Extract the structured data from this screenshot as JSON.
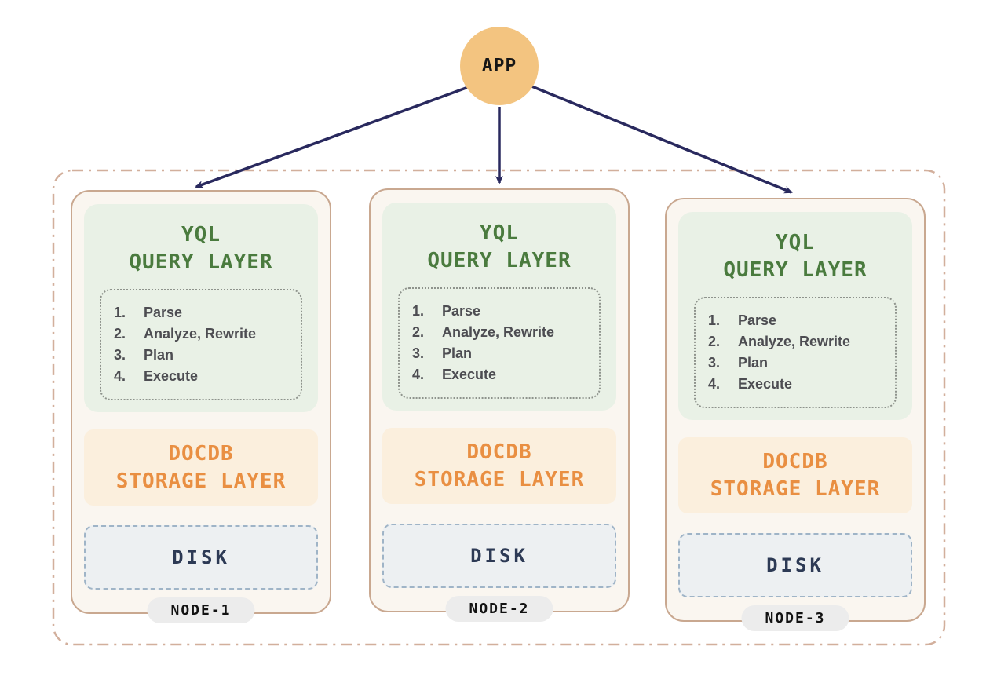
{
  "app": {
    "label": "APP"
  },
  "nodes": [
    {
      "node_label": "NODE-1",
      "query_layer": {
        "title_line1": "YQL",
        "title_line2": "QUERY LAYER",
        "steps": [
          {
            "num": "1.",
            "label": "Parse"
          },
          {
            "num": "2.",
            "label": "Analyze, Rewrite"
          },
          {
            "num": "3.",
            "label": "Plan"
          },
          {
            "num": "4.",
            "label": "Execute"
          }
        ]
      },
      "storage_layer": {
        "title_line1": "DOCDB",
        "title_line2": "STORAGE LAYER"
      },
      "disk": {
        "label": "DISK"
      }
    },
    {
      "node_label": "NODE-2",
      "query_layer": {
        "title_line1": "YQL",
        "title_line2": "QUERY LAYER",
        "steps": [
          {
            "num": "1.",
            "label": "Parse"
          },
          {
            "num": "2.",
            "label": "Analyze, Rewrite"
          },
          {
            "num": "3.",
            "label": "Plan"
          },
          {
            "num": "4.",
            "label": "Execute"
          }
        ]
      },
      "storage_layer": {
        "title_line1": "DOCDB",
        "title_line2": "STORAGE LAYER"
      },
      "disk": {
        "label": "DISK"
      }
    },
    {
      "node_label": "NODE-3",
      "query_layer": {
        "title_line1": "YQL",
        "title_line2": "QUERY LAYER",
        "steps": [
          {
            "num": "1.",
            "label": "Parse"
          },
          {
            "num": "2.",
            "label": "Analyze, Rewrite"
          },
          {
            "num": "3.",
            "label": "Plan"
          },
          {
            "num": "4.",
            "label": "Execute"
          }
        ]
      },
      "storage_layer": {
        "title_line1": "DOCDB",
        "title_line2": "STORAGE LAYER"
      },
      "disk": {
        "label": "DISK"
      }
    }
  ],
  "colors": {
    "app_circle_fill": "#F3C480",
    "arrow": "#29295E",
    "cluster_border": "#D2AF9C",
    "node_border": "#C9A890",
    "node_fill": "#FAF6F0",
    "query_layer_fill": "#E9F1E6",
    "query_layer_title": "#4A7B3E",
    "steps_text": "#4D4D52",
    "steps_dotted_border": "#8E938C",
    "storage_layer_fill": "#FBEFDD",
    "storage_layer_title": "#E98F42",
    "disk_fill": "#EDF0F2",
    "disk_border": "#9FB4C7",
    "disk_text": "#2D3A55",
    "node_pill_fill": "#ECECEC"
  }
}
